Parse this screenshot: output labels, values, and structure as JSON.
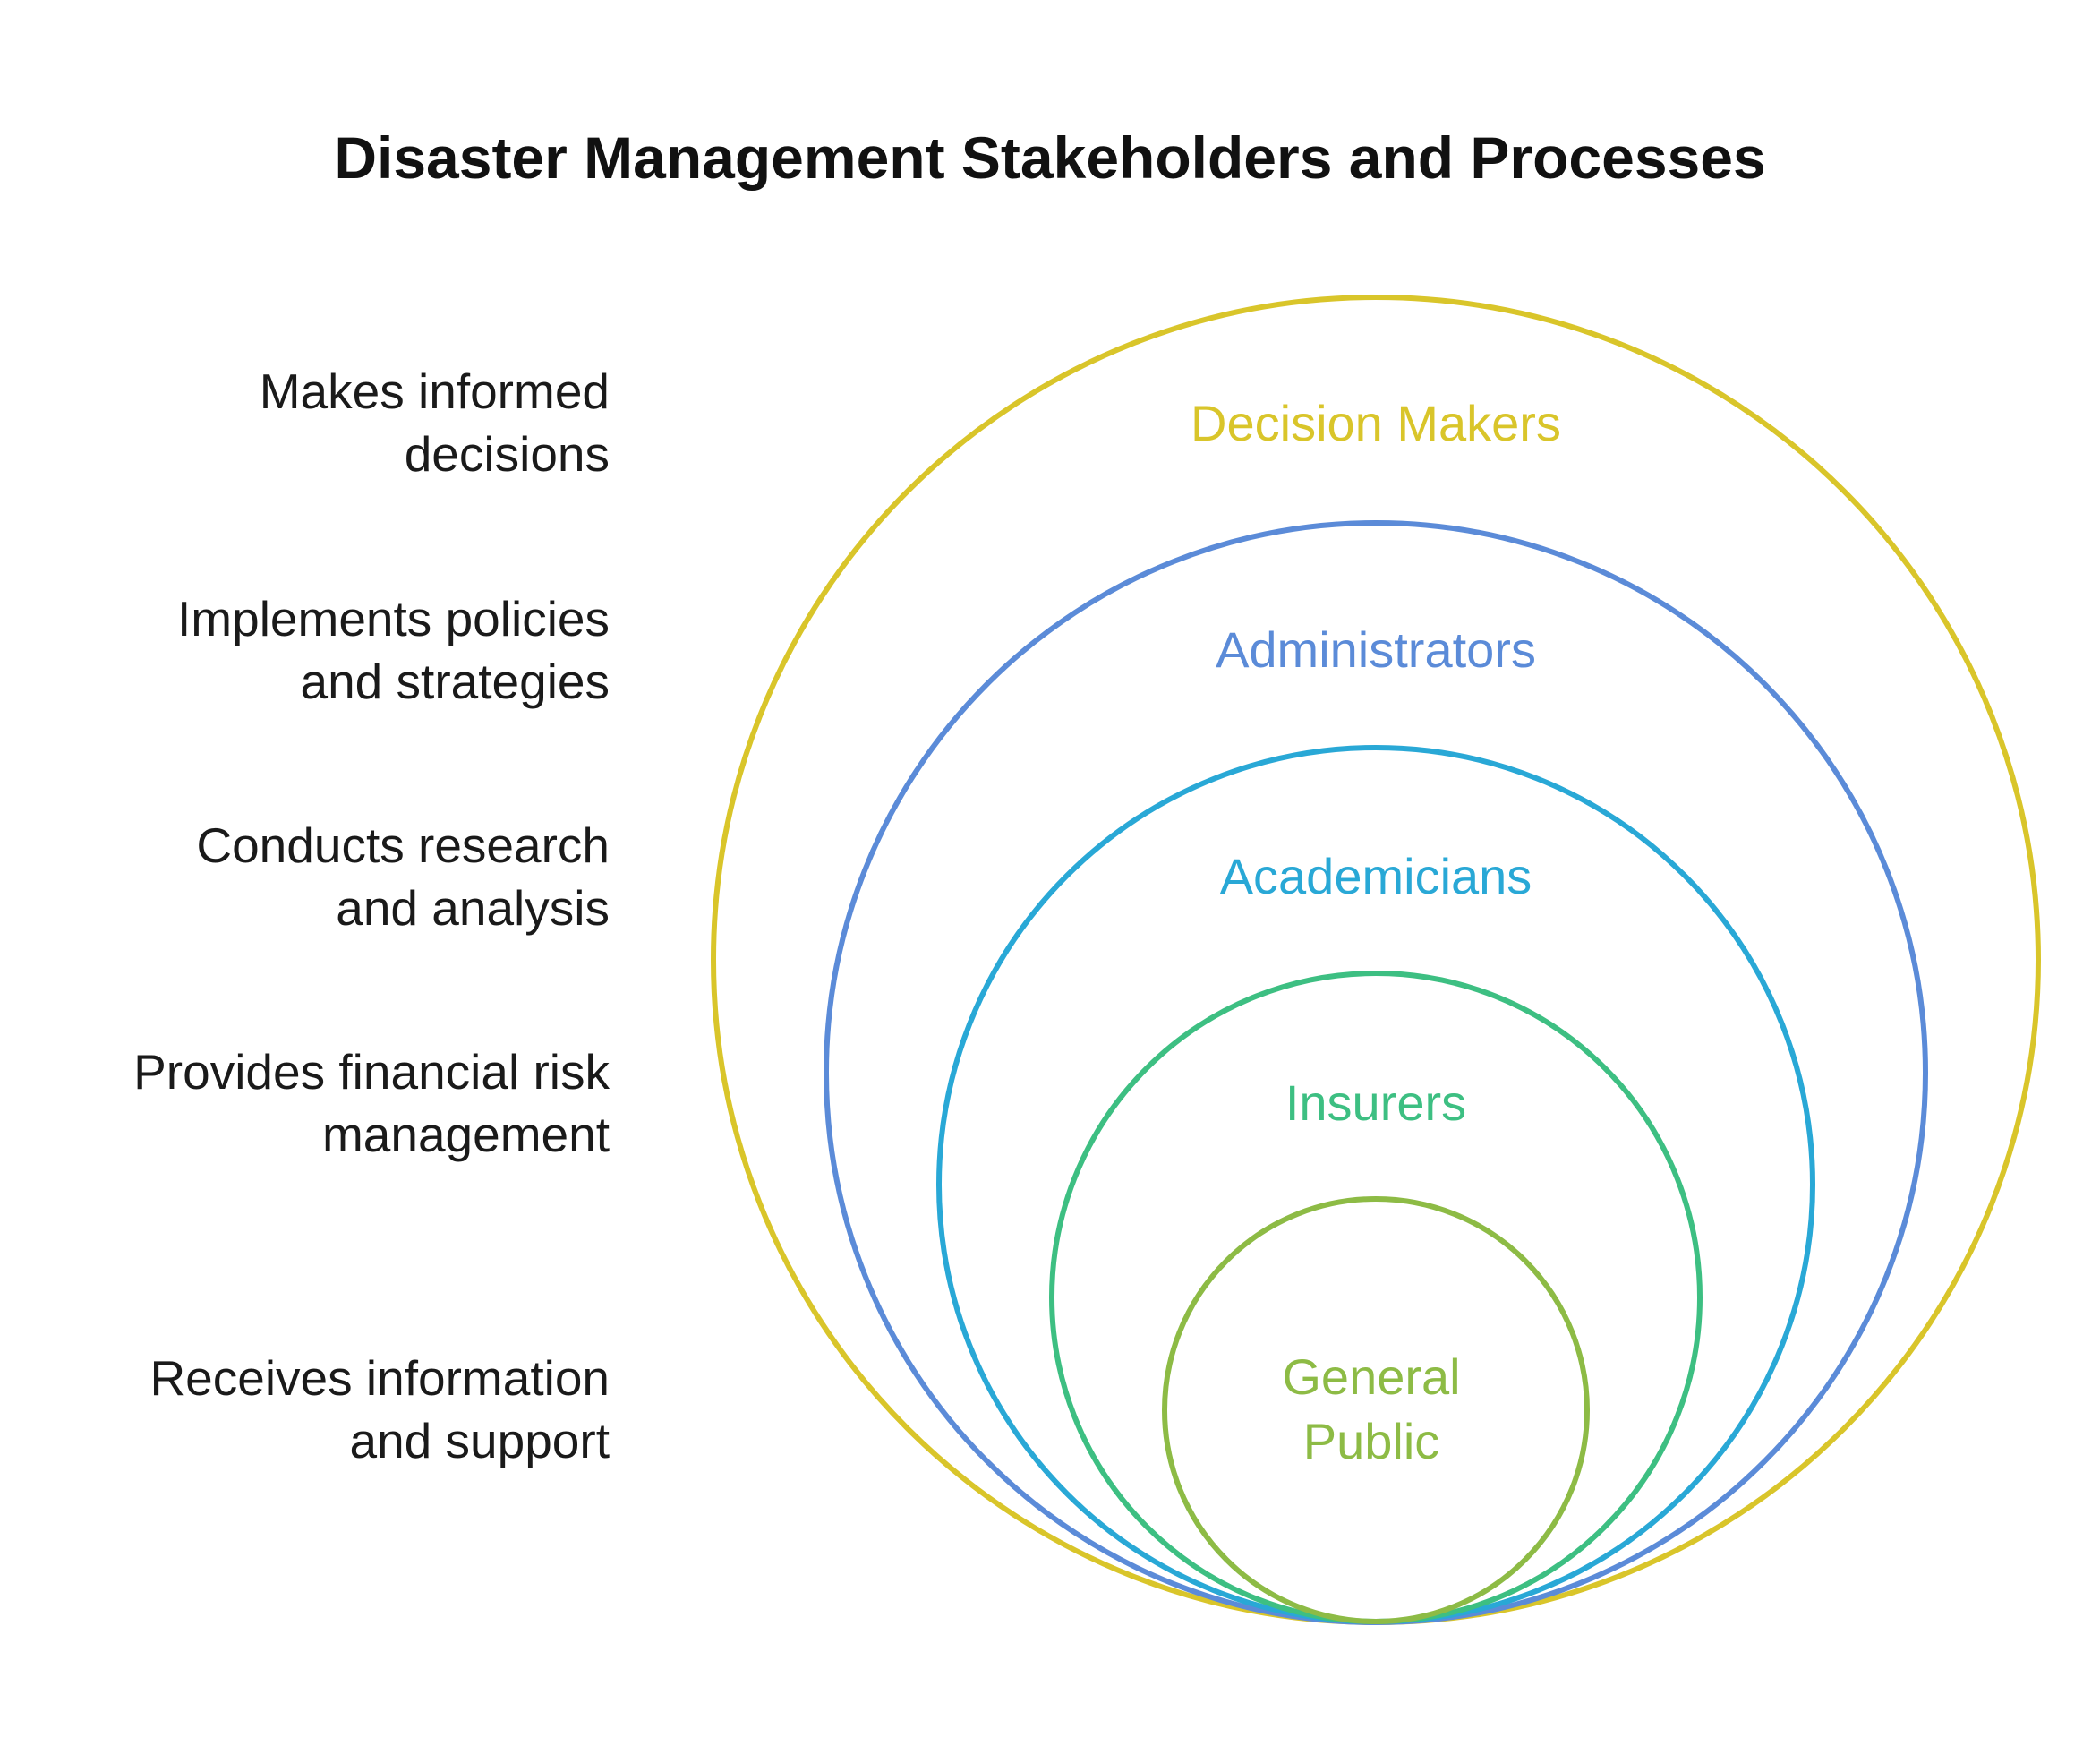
{
  "title": "Disaster Management Stakeholders and Processes",
  "descriptions": [
    {
      "line1": "Makes informed",
      "line2": "decisions"
    },
    {
      "line1": "Implements policies",
      "line2": "and strategies"
    },
    {
      "line1": "Conducts research",
      "line2": "and analysis"
    },
    {
      "line1": "Provides financial risk",
      "line2": "management"
    },
    {
      "line1": "Receives information",
      "line2": "and support"
    }
  ],
  "rings": [
    {
      "label": "Decision Makers",
      "color": "#d9c52a"
    },
    {
      "label": "Administrators",
      "color": "#5b8bd8"
    },
    {
      "label": "Academicians",
      "color": "#29a8d6"
    },
    {
      "label": "Insurers",
      "color": "#3dbf82"
    },
    {
      "label_line1": "General",
      "label_line2": "Public",
      "color": "#8dbb45"
    }
  ]
}
